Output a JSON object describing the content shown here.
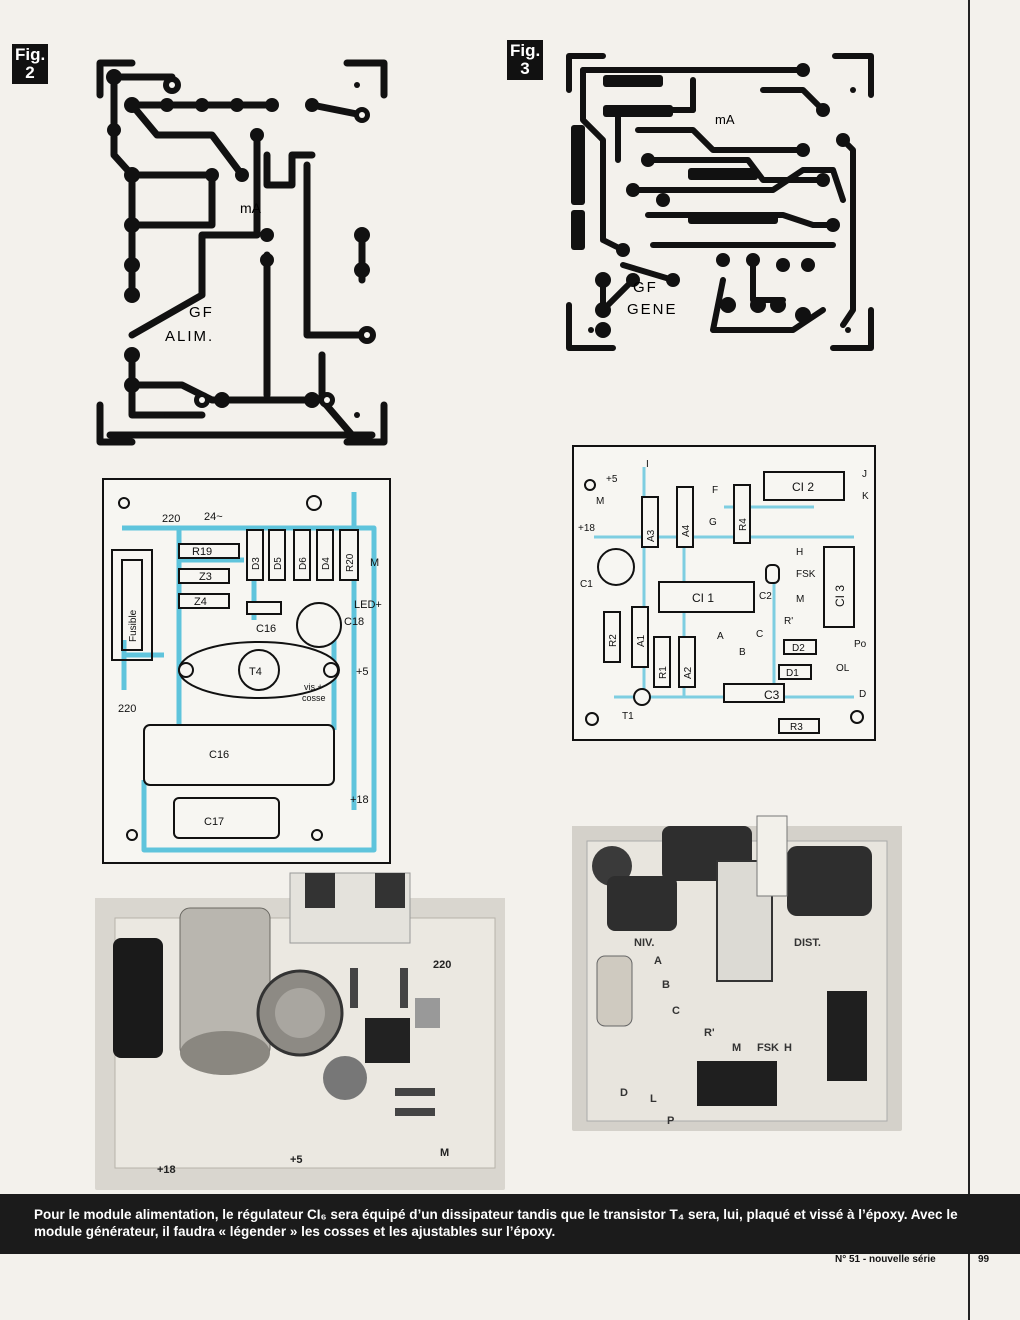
{
  "fig2": {
    "label_a": "Fig.",
    "label_b": "2",
    "trace_ma": "mA",
    "trace_name1": "GF",
    "trace_name2": "ALIM."
  },
  "fig3": {
    "label_a": "Fig.",
    "label_b": "3",
    "trace_ma": "mA",
    "trace_name1": "GF",
    "trace_name2": "GENE"
  },
  "alim_layout": {
    "labels": [
      "220",
      "24~",
      "R19",
      "Z3",
      "Z4",
      "Fusible",
      "D3",
      "D5",
      "D6",
      "D4",
      "R20",
      "M",
      "LED+",
      "C16",
      "C18",
      "T4",
      "+5",
      "vis +",
      "cosse",
      "220",
      "C16",
      "C17",
      "+18"
    ]
  },
  "gene_layout": {
    "labels": [
      "I",
      "+5",
      "M",
      "+18",
      "C1",
      "A3",
      "A4",
      "F",
      "G",
      "R4",
      "CI 2",
      "J",
      "K",
      "CI 1",
      "C2",
      "H",
      "FSK",
      "M",
      "R'",
      "CI 3",
      "R2",
      "A1",
      "A",
      "B",
      "C",
      "D2",
      "Po",
      "R1",
      "A2",
      "D1",
      "OL",
      "T1",
      "C3",
      "D",
      "R3"
    ]
  },
  "photo_alim": {
    "labels": [
      "220",
      "+18",
      "+5",
      "M"
    ]
  },
  "photo_gene": {
    "labels": [
      "NIV.",
      "DIST.",
      "A",
      "B",
      "C",
      "R'",
      "M",
      "FSK",
      "H",
      "D",
      "L",
      "P"
    ]
  },
  "caption": "Pour le module alimentation, le régulateur CI₆ sera équipé d’un dissipateur tandis que le transistor T₄ sera, lui, plaqué et vissé à l’époxy. Avec le module générateur, il faudra « légender » les cosses et les ajustables sur l’époxy.",
  "footer": {
    "issue": "N° 51 - nouvelle série",
    "page": "99"
  },
  "colors": {
    "ink": "#111111",
    "blue": "#5fc4dc",
    "caption_bg": "#1b1b1b"
  }
}
